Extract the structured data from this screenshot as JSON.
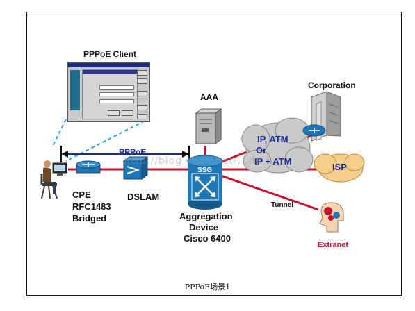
{
  "labels": {
    "pppoe_client": "PPPoE Client",
    "aaa": "AAA",
    "corporation": "Corporation",
    "pppoe": "PPPoE",
    "cloud_line1": "IP, ATM",
    "cloud_line2": "Or",
    "cloud_line3": "IP + ATM",
    "isp": "ISP",
    "ssg": "SSG",
    "tunnel": "Tunnel",
    "cpe": "CPE",
    "rfc": "RFC1483",
    "bridged": "Bridged",
    "dslam": "DSLAM",
    "agg1": "Aggregation",
    "agg2": "Device",
    "agg3": "Cisco 6400",
    "extranet": "Extranet"
  },
  "caption": "PPPoE场景1",
  "watermark": "http://blog.csdn.net/...de",
  "colors": {
    "link": "#c8102e",
    "pppoe_link": "#1b2b8f",
    "dash": "#22a8e0",
    "device_blue": "#1d76b5",
    "extranet_text": "#c8102e"
  },
  "icons": [
    "user-at-computer-icon",
    "cpe-router-icon",
    "dslam-icon",
    "aaa-server-icon",
    "corporation-building-icon",
    "ssg-router-icon",
    "extranet-head-icon"
  ]
}
